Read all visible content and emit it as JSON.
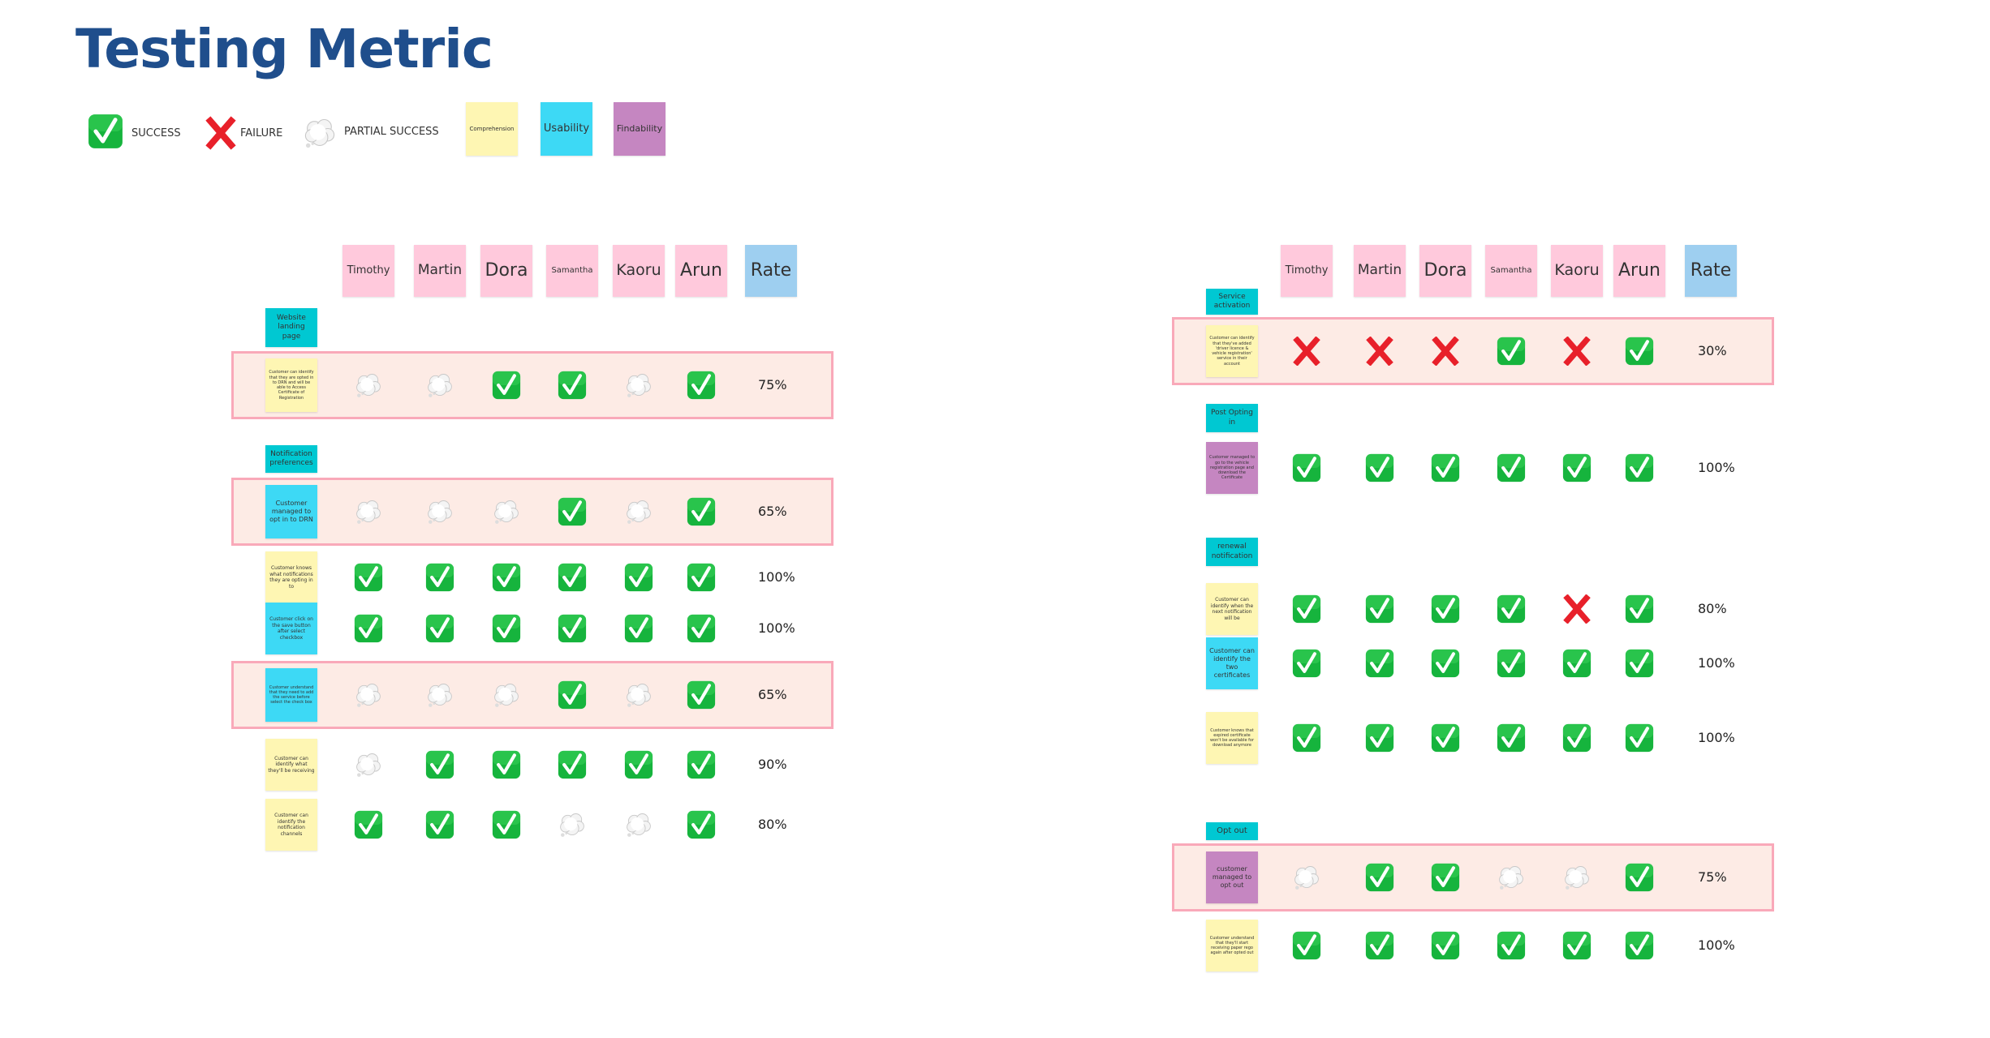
{
  "title": "Testing Metric",
  "legend": {
    "success": "SUCCESS",
    "failure": "FAILURE",
    "partial": "PARTIAL SUCCESS",
    "comprehension": "Comprehension",
    "usability": "Usability",
    "findability": "Findability"
  },
  "colors": {
    "title": "#1f4e8c",
    "comprehension": "#fef6b3",
    "usability": "#3dd9f5",
    "findability": "#c586c1",
    "section": "#00c8d2",
    "participant": "#ffc9dc",
    "rate": "#9ecff0",
    "highlight_border": "#f9a9b9",
    "success": "#1db954",
    "failure": "#e8202a"
  },
  "tables": [
    {
      "participants": [
        "Timothy",
        "Martin",
        "Dora",
        "Samantha",
        "Kaoru",
        "Arun"
      ],
      "rate_label": "Rate",
      "sections": [
        {
          "title": "Website landing page",
          "rows": [
            {
              "task": "Customer can identify that they are opted in to DRN and will be able to Access Certificate of Registration",
              "type": "comprehension",
              "highlight": true,
              "results": [
                "partial",
                "partial",
                "success",
                "success",
                "partial",
                "success"
              ],
              "rate": "75%"
            }
          ]
        },
        {
          "title": "Notification preferences",
          "rows": [
            {
              "task": "Customer managed to opt in to DRN",
              "type": "usability",
              "highlight": true,
              "results": [
                "partial",
                "partial",
                "partial",
                "success",
                "partial",
                "success"
              ],
              "rate": "65%"
            },
            {
              "task": "Customer knows what notifications they are opting in to",
              "type": "comprehension",
              "highlight": false,
              "results": [
                "success",
                "success",
                "success",
                "success",
                "success",
                "success"
              ],
              "rate": "100%"
            },
            {
              "task": "Customer click on the save button after select checkbox",
              "type": "usability",
              "highlight": false,
              "results": [
                "success",
                "success",
                "success",
                "success",
                "success",
                "success"
              ],
              "rate": "100%"
            },
            {
              "task": "Customer understand that they need to add the service before select the check box",
              "type": "usability",
              "highlight": true,
              "results": [
                "partial",
                "partial",
                "partial",
                "success",
                "partial",
                "success"
              ],
              "rate": "65%"
            },
            {
              "task": "Customer can identify what they'll be receiving",
              "type": "comprehension",
              "highlight": false,
              "results": [
                "partial",
                "success",
                "success",
                "success",
                "success",
                "success"
              ],
              "rate": "90%"
            },
            {
              "task": "Customer can identify the notification channels",
              "type": "comprehension",
              "highlight": false,
              "results": [
                "success",
                "success",
                "success",
                "partial",
                "partial",
                "success"
              ],
              "rate": "80%"
            }
          ]
        }
      ]
    },
    {
      "participants": [
        "Timothy",
        "Martin",
        "Dora",
        "Samantha",
        "Kaoru",
        "Arun"
      ],
      "rate_label": "Rate",
      "sections": [
        {
          "title": "Service activation",
          "rows": [
            {
              "task": "Customer can identify that they've added 'driver licence & vehicle registration' service in their account",
              "type": "comprehension",
              "highlight": true,
              "results": [
                "failure",
                "failure",
                "failure",
                "success",
                "failure",
                "success"
              ],
              "rate": "30%"
            }
          ]
        },
        {
          "title": "Post Opting in",
          "rows": [
            {
              "task": "Customer managed to go to the vehicle registration page and download the Certificate",
              "type": "findability",
              "highlight": false,
              "results": [
                "success",
                "success",
                "success",
                "success",
                "success",
                "success"
              ],
              "rate": "100%"
            }
          ]
        },
        {
          "title": "renewal notification",
          "rows": [
            {
              "task": "Customer can identify when the next notification will be",
              "type": "comprehension",
              "highlight": false,
              "results": [
                "success",
                "success",
                "success",
                "success",
                "failure",
                "success"
              ],
              "rate": "80%"
            },
            {
              "task": "Customer can identify the two certificates",
              "type": "usability",
              "highlight": false,
              "results": [
                "success",
                "success",
                "success",
                "success",
                "success",
                "success"
              ],
              "rate": "100%"
            },
            {
              "task": "Customer knows that expired certificate won't be available for download anymore",
              "type": "comprehension",
              "highlight": false,
              "results": [
                "success",
                "success",
                "success",
                "success",
                "success",
                "success"
              ],
              "rate": "100%"
            }
          ]
        },
        {
          "title": "Opt out",
          "rows": [
            {
              "task": "customer managed to opt out",
              "type": "findability",
              "highlight": true,
              "results": [
                "partial",
                "success",
                "success",
                "partial",
                "partial",
                "success"
              ],
              "rate": "75%"
            },
            {
              "task": "Customer understand that they'll start receiving paper rego again after opted out",
              "type": "comprehension",
              "highlight": false,
              "results": [
                "success",
                "success",
                "success",
                "success",
                "success",
                "success"
              ],
              "rate": "100%"
            }
          ]
        }
      ]
    }
  ]
}
